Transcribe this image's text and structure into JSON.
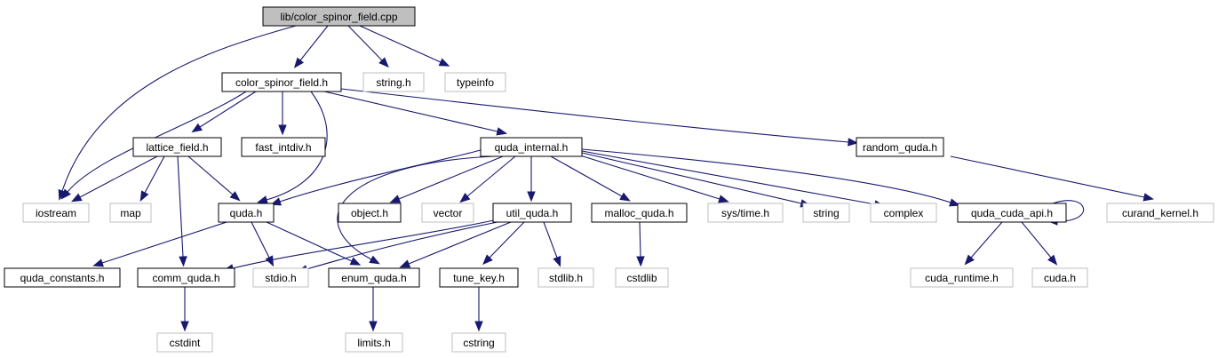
{
  "diagram": {
    "nodes": [
      {
        "id": "root",
        "label": "lib/color_spinor_field.cpp",
        "kind": "root"
      },
      {
        "id": "color_spinor_field_h",
        "label": "color_spinor_field.h",
        "kind": "internal"
      },
      {
        "id": "string_h",
        "label": "string.h",
        "kind": "external"
      },
      {
        "id": "typeinfo",
        "label": "typeinfo",
        "kind": "external"
      },
      {
        "id": "lattice_field_h",
        "label": "lattice_field.h",
        "kind": "internal"
      },
      {
        "id": "fast_intdiv_h",
        "label": "fast_intdiv.h",
        "kind": "internal"
      },
      {
        "id": "quda_internal_h",
        "label": "quda_internal.h",
        "kind": "internal"
      },
      {
        "id": "random_quda_h",
        "label": "random_quda.h",
        "kind": "internal"
      },
      {
        "id": "iostream",
        "label": "iostream",
        "kind": "external"
      },
      {
        "id": "map",
        "label": "map",
        "kind": "external"
      },
      {
        "id": "quda_h",
        "label": "quda.h",
        "kind": "internal"
      },
      {
        "id": "object_h",
        "label": "object.h",
        "kind": "internal"
      },
      {
        "id": "vector",
        "label": "vector",
        "kind": "external"
      },
      {
        "id": "util_quda_h",
        "label": "util_quda.h",
        "kind": "internal"
      },
      {
        "id": "malloc_quda_h",
        "label": "malloc_quda.h",
        "kind": "internal"
      },
      {
        "id": "sys_time_h",
        "label": "sys/time.h",
        "kind": "external"
      },
      {
        "id": "string",
        "label": "string",
        "kind": "external"
      },
      {
        "id": "complex",
        "label": "complex",
        "kind": "external"
      },
      {
        "id": "quda_cuda_api_h",
        "label": "quda_cuda_api.h",
        "kind": "internal"
      },
      {
        "id": "curand_kernel_h",
        "label": "curand_kernel.h",
        "kind": "external"
      },
      {
        "id": "quda_constants_h",
        "label": "quda_constants.h",
        "kind": "internal"
      },
      {
        "id": "comm_quda_h",
        "label": "comm_quda.h",
        "kind": "internal"
      },
      {
        "id": "stdio_h",
        "label": "stdio.h",
        "kind": "external"
      },
      {
        "id": "enum_quda_h",
        "label": "enum_quda.h",
        "kind": "internal"
      },
      {
        "id": "tune_key_h",
        "label": "tune_key.h",
        "kind": "internal"
      },
      {
        "id": "stdlib_h",
        "label": "stdlib.h",
        "kind": "external"
      },
      {
        "id": "cstdlib",
        "label": "cstdlib",
        "kind": "external"
      },
      {
        "id": "cuda_runtime_h",
        "label": "cuda_runtime.h",
        "kind": "external"
      },
      {
        "id": "cuda_h",
        "label": "cuda.h",
        "kind": "external"
      },
      {
        "id": "cstdint",
        "label": "cstdint",
        "kind": "external"
      },
      {
        "id": "limits_h",
        "label": "limits.h",
        "kind": "external"
      },
      {
        "id": "cstring",
        "label": "cstring",
        "kind": "external"
      }
    ],
    "edges": [
      {
        "from": "root",
        "to": "color_spinor_field_h"
      },
      {
        "from": "root",
        "to": "iostream"
      },
      {
        "from": "root",
        "to": "string_h"
      },
      {
        "from": "root",
        "to": "typeinfo"
      },
      {
        "from": "color_spinor_field_h",
        "to": "lattice_field_h"
      },
      {
        "from": "color_spinor_field_h",
        "to": "fast_intdiv_h"
      },
      {
        "from": "color_spinor_field_h",
        "to": "quda_internal_h"
      },
      {
        "from": "color_spinor_field_h",
        "to": "random_quda_h"
      },
      {
        "from": "color_spinor_field_h",
        "to": "iostream"
      },
      {
        "from": "color_spinor_field_h",
        "to": "quda_h"
      },
      {
        "from": "lattice_field_h",
        "to": "iostream"
      },
      {
        "from": "lattice_field_h",
        "to": "map"
      },
      {
        "from": "lattice_field_h",
        "to": "quda_h"
      },
      {
        "from": "lattice_field_h",
        "to": "comm_quda_h"
      },
      {
        "from": "quda_internal_h",
        "to": "quda_h"
      },
      {
        "from": "quda_internal_h",
        "to": "enum_quda_h"
      },
      {
        "from": "quda_internal_h",
        "to": "object_h"
      },
      {
        "from": "quda_internal_h",
        "to": "vector"
      },
      {
        "from": "quda_internal_h",
        "to": "util_quda_h"
      },
      {
        "from": "quda_internal_h",
        "to": "malloc_quda_h"
      },
      {
        "from": "quda_internal_h",
        "to": "sys_time_h"
      },
      {
        "from": "quda_internal_h",
        "to": "string"
      },
      {
        "from": "quda_internal_h",
        "to": "complex"
      },
      {
        "from": "quda_internal_h",
        "to": "quda_cuda_api_h"
      },
      {
        "from": "random_quda_h",
        "to": "curand_kernel_h"
      },
      {
        "from": "quda_h",
        "to": "quda_constants_h"
      },
      {
        "from": "quda_h",
        "to": "stdio_h"
      },
      {
        "from": "quda_h",
        "to": "enum_quda_h"
      },
      {
        "from": "util_quda_h",
        "to": "comm_quda_h"
      },
      {
        "from": "util_quda_h",
        "to": "stdio_h"
      },
      {
        "from": "util_quda_h",
        "to": "enum_quda_h"
      },
      {
        "from": "util_quda_h",
        "to": "tune_key_h"
      },
      {
        "from": "util_quda_h",
        "to": "stdlib_h"
      },
      {
        "from": "malloc_quda_h",
        "to": "cstdlib"
      },
      {
        "from": "quda_cuda_api_h",
        "to": "quda_cuda_api_h"
      },
      {
        "from": "quda_cuda_api_h",
        "to": "cuda_runtime_h"
      },
      {
        "from": "quda_cuda_api_h",
        "to": "cuda_h"
      },
      {
        "from": "comm_quda_h",
        "to": "cstdint"
      },
      {
        "from": "enum_quda_h",
        "to": "limits_h"
      },
      {
        "from": "tune_key_h",
        "to": "cstring"
      }
    ],
    "colors": {
      "edge": "#191970",
      "internal_border": "#000000",
      "external_border": "#bfbfbf",
      "root_fill": "#bfbfbf",
      "node_fill": "#ffffff"
    }
  }
}
